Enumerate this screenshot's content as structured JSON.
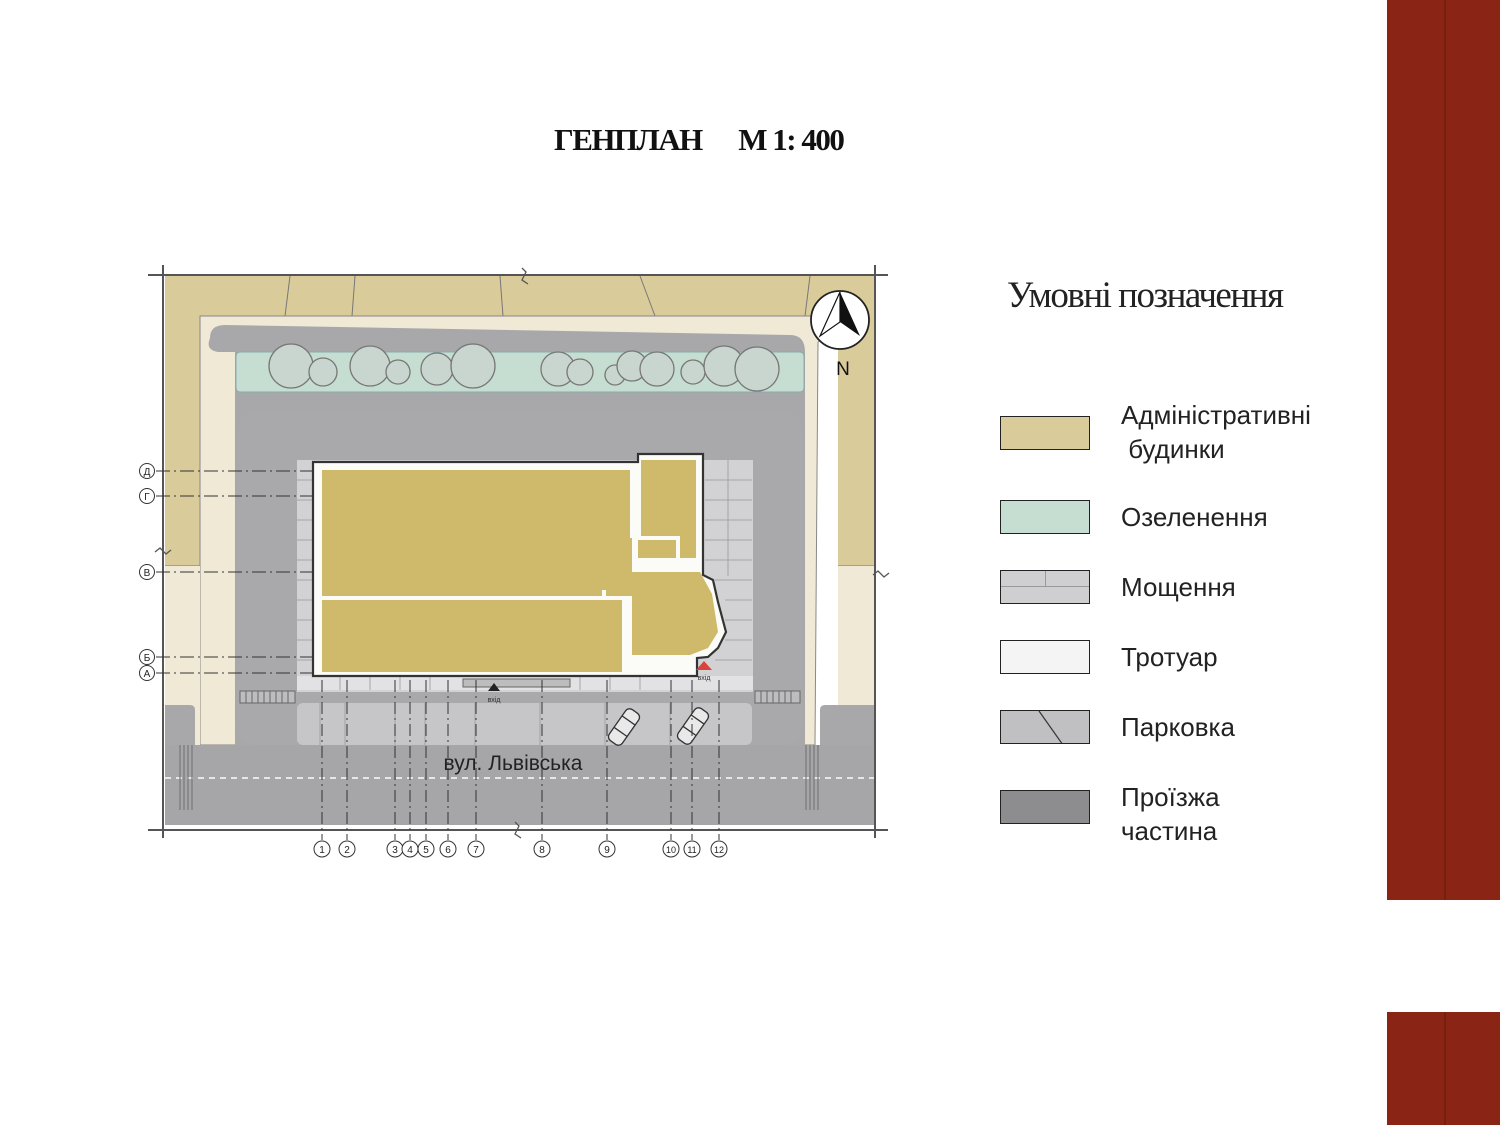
{
  "title": {
    "name": "ГЕНПЛАН",
    "scale": "М 1: 400"
  },
  "plan": {
    "street": "вул. Львівська",
    "north": "N",
    "entrance_main": "вхід",
    "entrance_side": "вхід",
    "axes_letters": [
      "Д",
      "Г",
      "В",
      "Б",
      "А"
    ],
    "axes_numbers": [
      "1",
      "2",
      "3",
      "4",
      "5",
      "6",
      "7",
      "8",
      "9",
      "10",
      "11",
      "12"
    ]
  },
  "legend": {
    "title": "Умовні позначення",
    "items": [
      {
        "key": "admin",
        "lines": [
          "Адміністративні",
          " будинки"
        ],
        "color": "#d9cb9a"
      },
      {
        "key": "green",
        "lines": [
          "Озеленення"
        ],
        "color": "#c6ddd2"
      },
      {
        "key": "paving",
        "lines": [
          "Мощення"
        ],
        "color": "#cfcfd1"
      },
      {
        "key": "sidewalk",
        "lines": [
          "Тротуар"
        ],
        "color": "#f4f4f4"
      },
      {
        "key": "parking",
        "lines": [
          "Парковка"
        ],
        "color": "#c0c0c2"
      },
      {
        "key": "road",
        "lines": [
          "Проїзжа",
          "частина"
        ],
        "color": "#8d8d8f"
      }
    ]
  },
  "colors": {
    "brand": "#8a2515",
    "building": "#cfb96a",
    "admin_buildings": "#d9cb9a",
    "greenery": "#c6ddd2",
    "paving": "#cfcfd1",
    "sidewalk": "#efe9d6",
    "parking": "#c0c0c2",
    "road": "#a8a8aa",
    "road_dark": "#8d8d8f"
  }
}
